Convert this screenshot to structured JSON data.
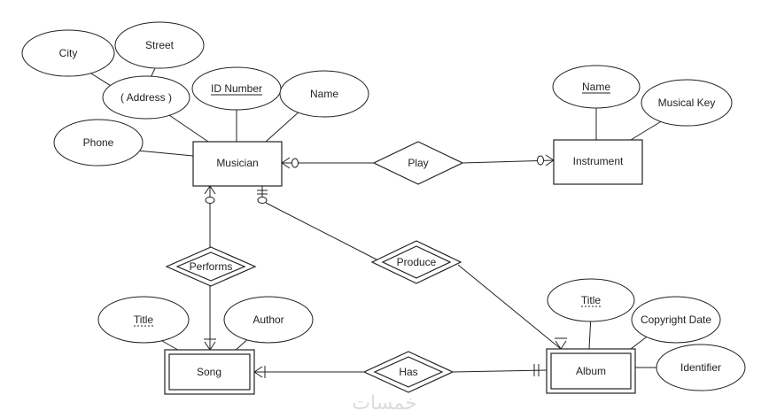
{
  "entities": {
    "musician": "Musician",
    "instrument": "Instrument",
    "song": "Song",
    "album": "Album"
  },
  "relationships": {
    "play": "Play",
    "performs": "Performs",
    "produce": "Produce",
    "has": "Has"
  },
  "attributes": {
    "city": "City",
    "street": "Street",
    "address": "( Address )",
    "id_number": "ID Number",
    "name_musician": "Name",
    "phone": "Phone",
    "name_instrument": "Name",
    "musical_key": "Musical Key",
    "song_title": "Title",
    "author": "Author",
    "album_title": "Title",
    "copyright_date": "Copyright Date",
    "identifier": "Identifier"
  },
  "watermark": "خمسات"
}
